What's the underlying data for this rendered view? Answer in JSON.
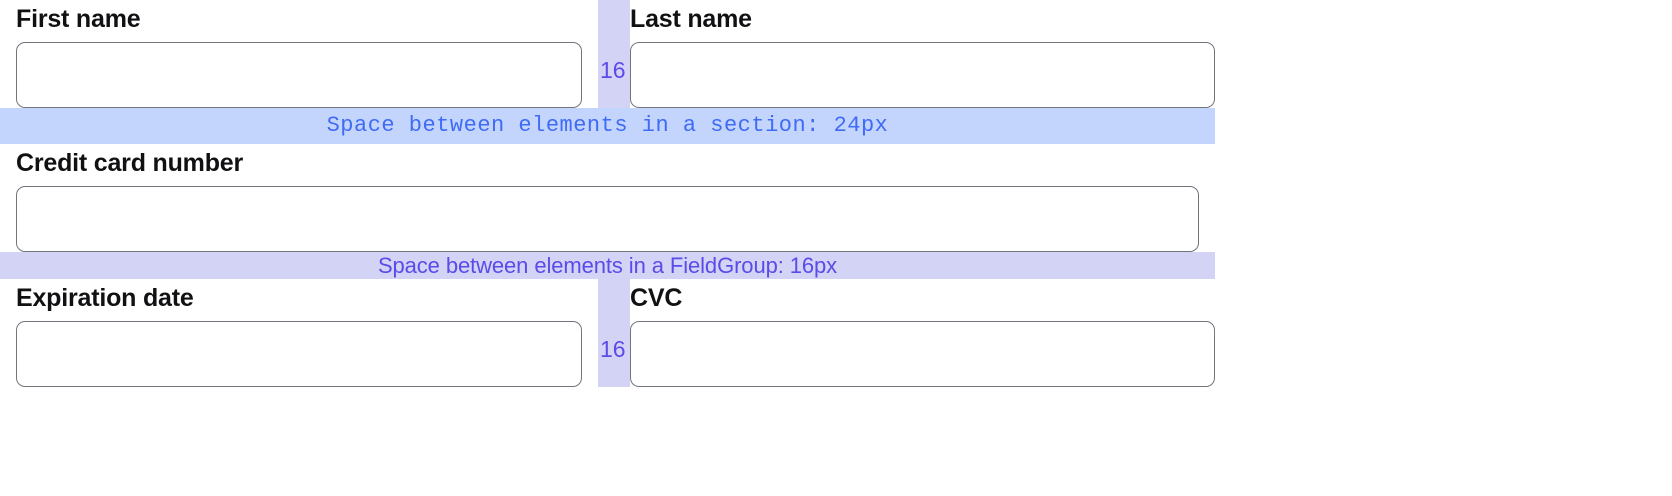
{
  "form": {
    "rows": [
      {
        "type": "pair",
        "left": {
          "label": "First name",
          "value": "",
          "placeholder": ""
        },
        "right": {
          "label": "Last name",
          "value": "",
          "placeholder": ""
        },
        "gap_label": "16"
      },
      {
        "type": "single",
        "field": {
          "label": "Credit card number",
          "value": "",
          "placeholder": ""
        }
      },
      {
        "type": "pair",
        "left": {
          "label": "Expiration date",
          "value": "",
          "placeholder": ""
        },
        "right": {
          "label": "CVC",
          "value": "",
          "placeholder": ""
        },
        "gap_label": "16"
      }
    ]
  },
  "annotations": {
    "section_band": {
      "text": "Space between elements in a section: 24px",
      "background": "#c3d4fd",
      "color": "#3f6bf5"
    },
    "group_band": {
      "text": "Space between elements in a FieldGroup: 16px",
      "background": "#d3d3f6",
      "color": "#5b4be8"
    },
    "gap_column": {
      "label": "16",
      "background": "#d3d3f6",
      "color": "#5b4be8"
    }
  },
  "colors": {
    "page_background": "#ffffff",
    "input_border": "#74747d",
    "label_text": "#111114"
  }
}
